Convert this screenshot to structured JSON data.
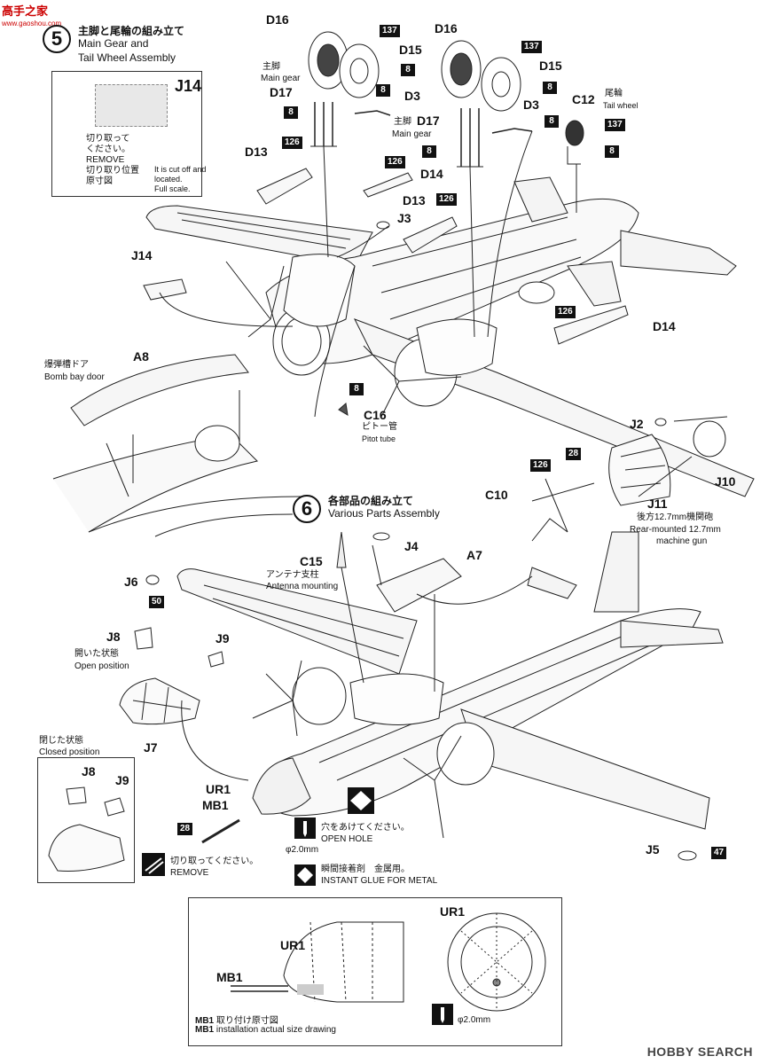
{
  "watermark": {
    "site_title": "高手之家",
    "site_url": "www.gaoshou.com",
    "footer_brand": "HOBBY SEARCH"
  },
  "step5": {
    "number": "5",
    "title_jp": "主脚と尾輪の組み立て",
    "title_en1": "Main Gear and",
    "title_en2": "Tail Wheel Assembly"
  },
  "step6": {
    "number": "6",
    "title_jp": "各部品の組み立て",
    "title_en": "Various Parts Assembly"
  },
  "j14_box": {
    "part": "J14",
    "remove_jp1": "切り取って",
    "remove_jp2": "ください。",
    "remove_en": "REMOVE",
    "cut_jp1": "切り取り位置",
    "cut_jp2": "原寸図",
    "cut_en1": "It is cut off and",
    "cut_en2": "located.",
    "cut_en3": "Full scale."
  },
  "labels": {
    "d16a": "D16",
    "d15a": "D15",
    "d17a": "D17",
    "d3a": "D3",
    "main_gear_jp_a": "主脚",
    "main_gear_en_a": "Main gear",
    "d16b": "D16",
    "d15b": "D15",
    "d17b": "D17",
    "d3b": "D3",
    "main_gear_jp_b": "主脚",
    "main_gear_en_b": "Main gear",
    "c12": "C12",
    "tail_wheel_jp": "尾輪",
    "tail_wheel_en": "Tail wheel",
    "d13a": "D13",
    "d14a": "D14",
    "d13b": "D13",
    "j3": "J3",
    "d14b": "D14",
    "j14": "J14",
    "a8": "A8",
    "bomb_door_jp": "爆弾槽ドア",
    "bomb_door_en": "Bomb bay door",
    "c16": "C16",
    "pitot_jp": "ピトー管",
    "pitot_en": "Pitot tube",
    "j2": "J2",
    "j10": "J10",
    "j11": "J11",
    "c10": "C10",
    "gun_jp": "後方12.7mm機関砲",
    "gun_en1": "Rear-mounted 12.7mm",
    "gun_en2": "machine gun",
    "c15": "C15",
    "antenna_jp": "アンテナ支柱",
    "antenna_en": "Antenna mounting",
    "j4": "J4",
    "a7": "A7",
    "j6": "J6",
    "j8a": "J8",
    "j9a": "J9",
    "open_jp": "開いた状態",
    "open_en": "Open position",
    "j7": "J7",
    "closed_jp": "閉じた状態",
    "closed_en": "Closed position",
    "j8b": "J8",
    "j9b": "J9",
    "remove2_jp": "切り取ってください。",
    "remove2_en": "REMOVE",
    "ur1": "UR1",
    "mb1": "MB1",
    "hole_jp": "穴をあけてください。",
    "hole_en": "OPEN HOLE",
    "hole_dia": "φ2.0mm",
    "glue_jp": "瞬間接着剤　金属用。",
    "glue_en": "INSTANT GLUE FOR METAL",
    "j5": "J5"
  },
  "badges": {
    "b137a": "137",
    "b8a": "8",
    "b8b": "8",
    "b8c": "8",
    "b126a": "126",
    "b137b": "137",
    "b8d": "8",
    "b8e": "8",
    "b8f": "8",
    "b137c": "137",
    "b8g": "8",
    "b126b": "126",
    "b126c": "126",
    "b126d": "126",
    "b8h": "8",
    "b126e": "126",
    "b28a": "28",
    "b50": "50",
    "b28b": "28",
    "b47": "47"
  },
  "inset": {
    "ur1_side": "UR1",
    "mb1_side": "MB1",
    "ur1_front": "UR1",
    "caption_1a": "MB1",
    "caption_1b": "取り付け原寸図",
    "caption_2a": "MB1",
    "caption_2b": "installation actual size drawing",
    "dia": "φ2.0mm"
  }
}
